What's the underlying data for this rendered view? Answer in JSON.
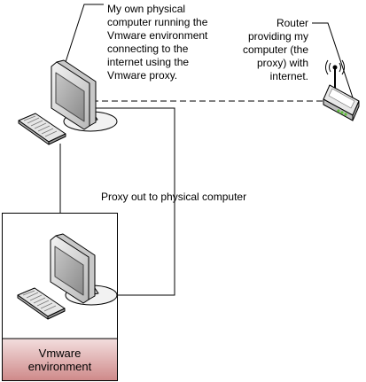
{
  "labels": {
    "own_computer": [
      "My own physical",
      "computer running the",
      "Vmware environment",
      "connecting to the",
      "internet using the",
      "Vmware proxy."
    ],
    "router": [
      "Router",
      "providing my",
      "computer (the",
      "proxy) with",
      "internet."
    ],
    "proxy_link": "Proxy out to physical computer",
    "vmware_env": [
      "Vmware",
      "environment"
    ]
  },
  "colors": {
    "line": "#000000",
    "vm_label_fill_top": "#f3dede",
    "vm_label_fill_bottom": "#cf8a8a",
    "monitor_body": "#d8d8d8",
    "screen": "#9a9a9a",
    "router_led": "#5fbf3a"
  },
  "icons": [
    "desktop-computer-icon",
    "router-icon",
    "wifi-antenna-icon"
  ]
}
